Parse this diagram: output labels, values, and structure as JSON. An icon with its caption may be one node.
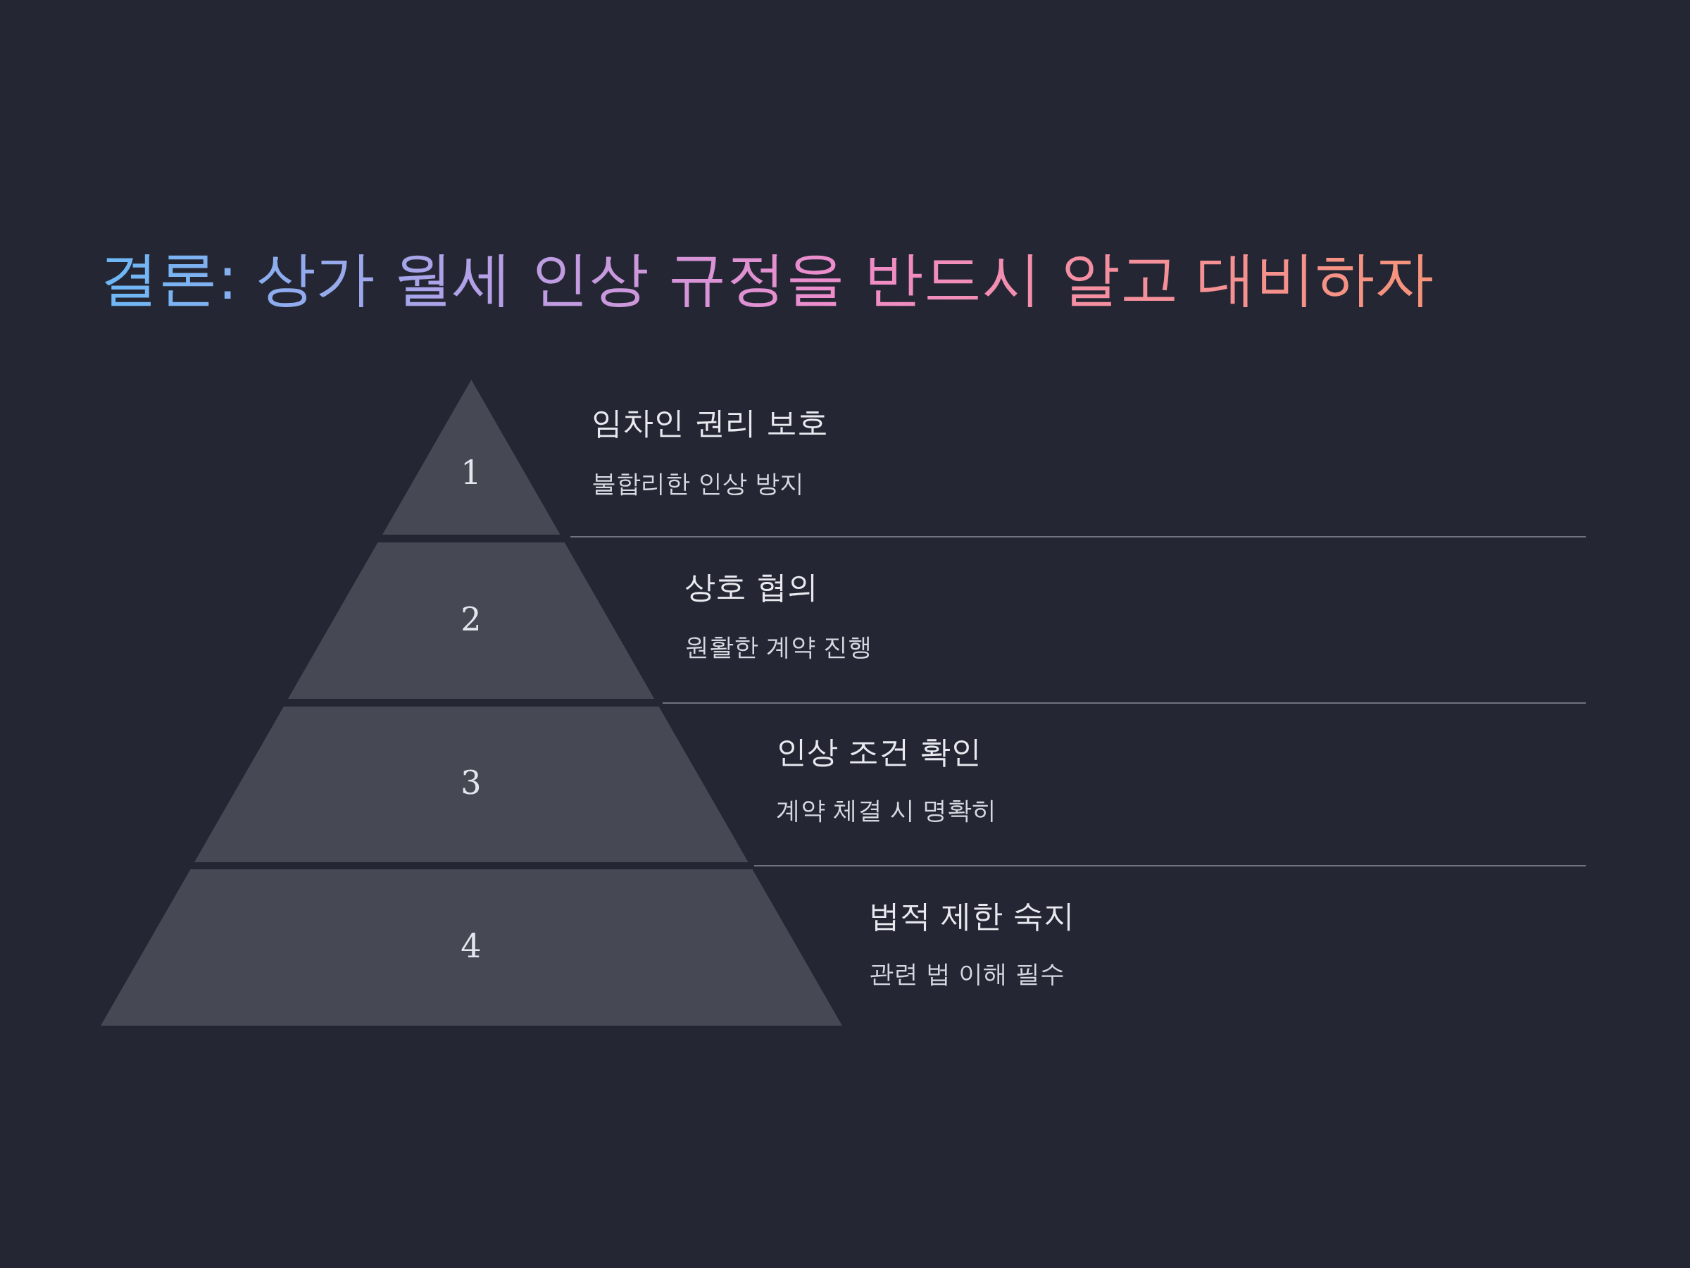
{
  "diagram": {
    "title": "결론: 상가 월세 인상 규정을 반드시 알고 대비하자",
    "nodes": [
      {
        "text": [
          "1"
        ],
        "beside": [
          "임차인 권리 보호",
          "불합리한 인상 방지"
        ]
      },
      {
        "text": [
          "2"
        ],
        "beside": [
          "상호 협의",
          "원활한 계약 진행"
        ]
      },
      {
        "text": [
          "3"
        ],
        "beside": [
          "인상 조건 확인",
          "계약 체결 시 명확히"
        ]
      },
      {
        "text": [
          "4"
        ],
        "beside": [
          "법적 제한 숙지",
          "관련 법 이해 필수"
        ]
      }
    ]
  }
}
